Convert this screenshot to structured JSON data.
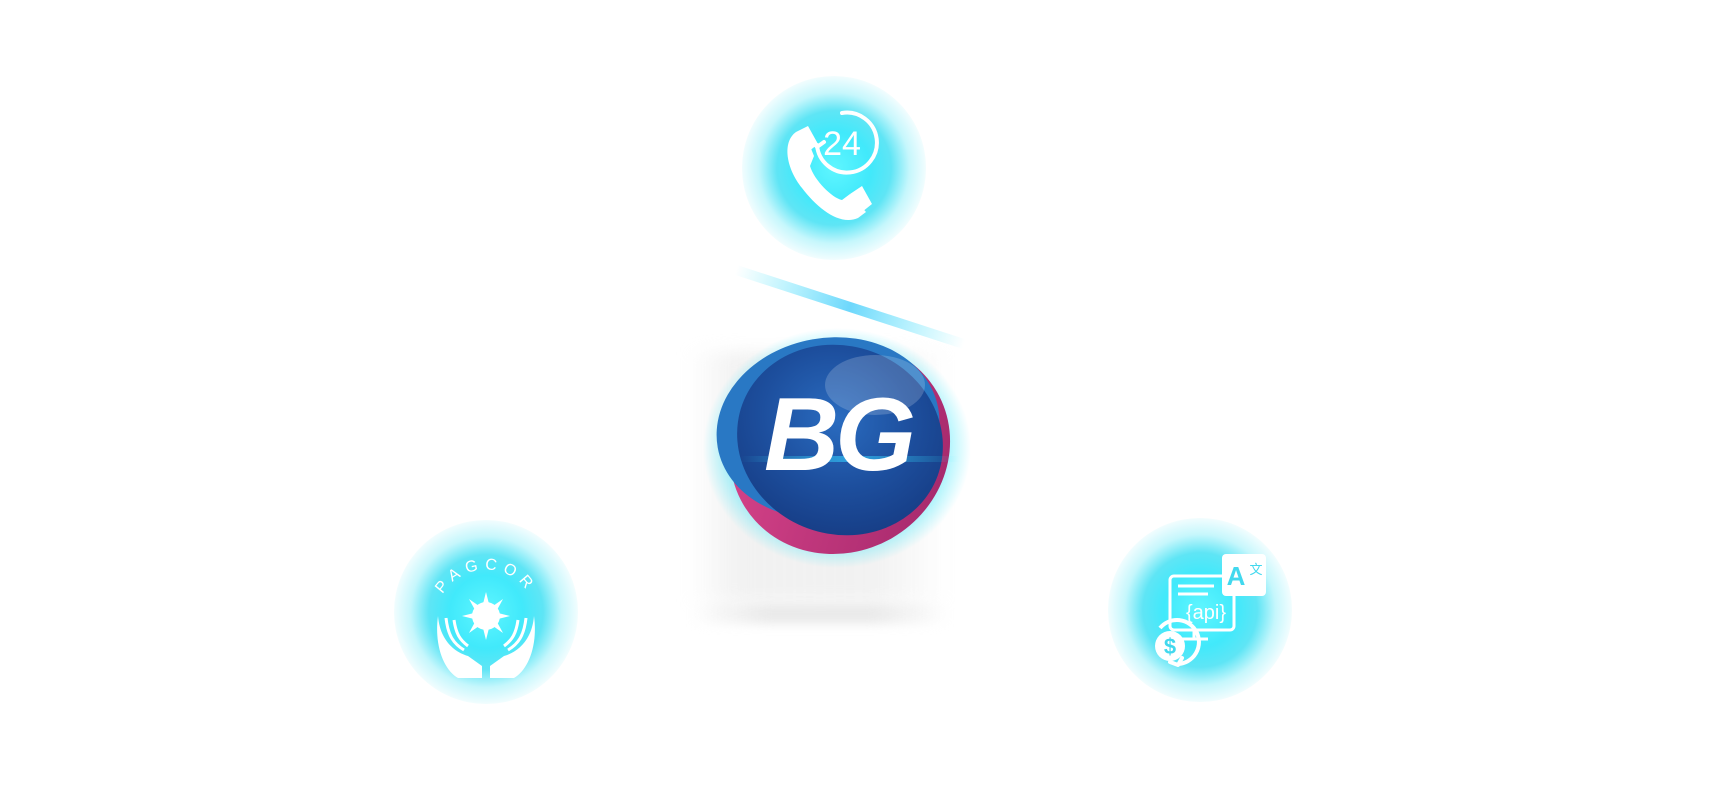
{
  "logo": {
    "text": "BG",
    "colors": {
      "blue": "#1d4f9e",
      "dark_blue": "#163c84",
      "magenta": "#c8387e",
      "glow": "#35e6fb"
    }
  },
  "badges": [
    {
      "icon": "support-24-phone-icon",
      "text": "24"
    },
    {
      "icon": "pagcor-seal-icon",
      "text": "PAGCOR"
    },
    {
      "icon": "api-currency-translate-icon",
      "text": "{api}",
      "symbols": [
        "$",
        "A",
        "文"
      ]
    }
  ],
  "colors": {
    "background": "#ffffff",
    "badge_glow": "#41e9fb",
    "icon": "#ffffff"
  }
}
